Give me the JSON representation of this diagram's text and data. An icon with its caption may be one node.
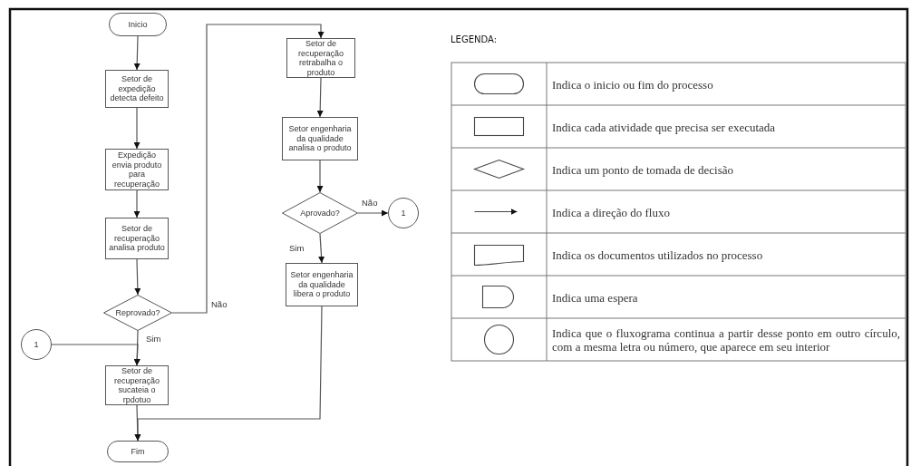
{
  "diagram": {
    "nodes": [
      {
        "text": [
          "Inicio"
        ]
      },
      {
        "text": [
          "Setor de expedição detecta defeito"
        ]
      },
      {
        "text": [
          "Expedição envia produto para recuperação"
        ]
      },
      {
        "text": [
          "Setor de recuperação analisa produto"
        ]
      },
      {
        "text": [
          "Reprovado?"
        ]
      },
      {
        "text": [
          "1"
        ]
      },
      {
        "text": [
          "Setor de recuperação sucateia o rpdotuo"
        ]
      },
      {
        "text": [
          "Fim"
        ]
      },
      {
        "text": [
          "Setor de recuperação retrabalha o produto"
        ]
      },
      {
        "text": [
          "Setor engenharia da qualidade analisa o produto"
        ]
      },
      {
        "text": [
          "Aprovado?"
        ]
      },
      {
        "text": [
          "1"
        ]
      },
      {
        "text": [
          "Setor engenharia da qualidade libera o produto"
        ]
      }
    ],
    "edges": [
      {
        "from": 0,
        "to": 1,
        "arrow": "to"
      },
      {
        "from": 1,
        "to": 2,
        "arrow": "to"
      },
      {
        "from": 2,
        "to": 3,
        "arrow": "to"
      },
      {
        "from": 3,
        "to": 4,
        "arrow": "to"
      },
      {
        "from": 4,
        "to": 6,
        "arrow": "to",
        "label": "Sim"
      },
      {
        "from": 4,
        "to": 8,
        "arrow": "to",
        "label": "Não"
      },
      {
        "from": 5,
        "to": 6,
        "arrow": "to"
      },
      {
        "from": 6,
        "to": 7,
        "arrow": "to"
      },
      {
        "from": 8,
        "to": 9,
        "arrow": "to"
      },
      {
        "from": 9,
        "to": 10,
        "arrow": "to"
      },
      {
        "from": 10,
        "to": 11,
        "arrow": "to",
        "label": "Não"
      },
      {
        "from": 10,
        "to": 12,
        "arrow": "to",
        "label": "Sim"
      },
      {
        "from": 12,
        "to": 7,
        "arrow": "to"
      }
    ],
    "labels": [
      "LEGENDA:"
    ],
    "legend": [
      {
        "text": "Indica o inicio ou fim do processo"
      },
      {
        "text": "Indica cada atividade que precisa ser executada"
      },
      {
        "text": "Indica um ponto de tomada de decisão"
      },
      {
        "text": "Indica a direção do fluxo"
      },
      {
        "text": "Indica os documentos utilizados no processo"
      },
      {
        "text": "Indica uma espera"
      },
      {
        "text": "Indica que o fluxograma continua a partir desse ponto em outro círculo, com a mesma letra ou número, que aparece em seu interior"
      }
    ]
  }
}
